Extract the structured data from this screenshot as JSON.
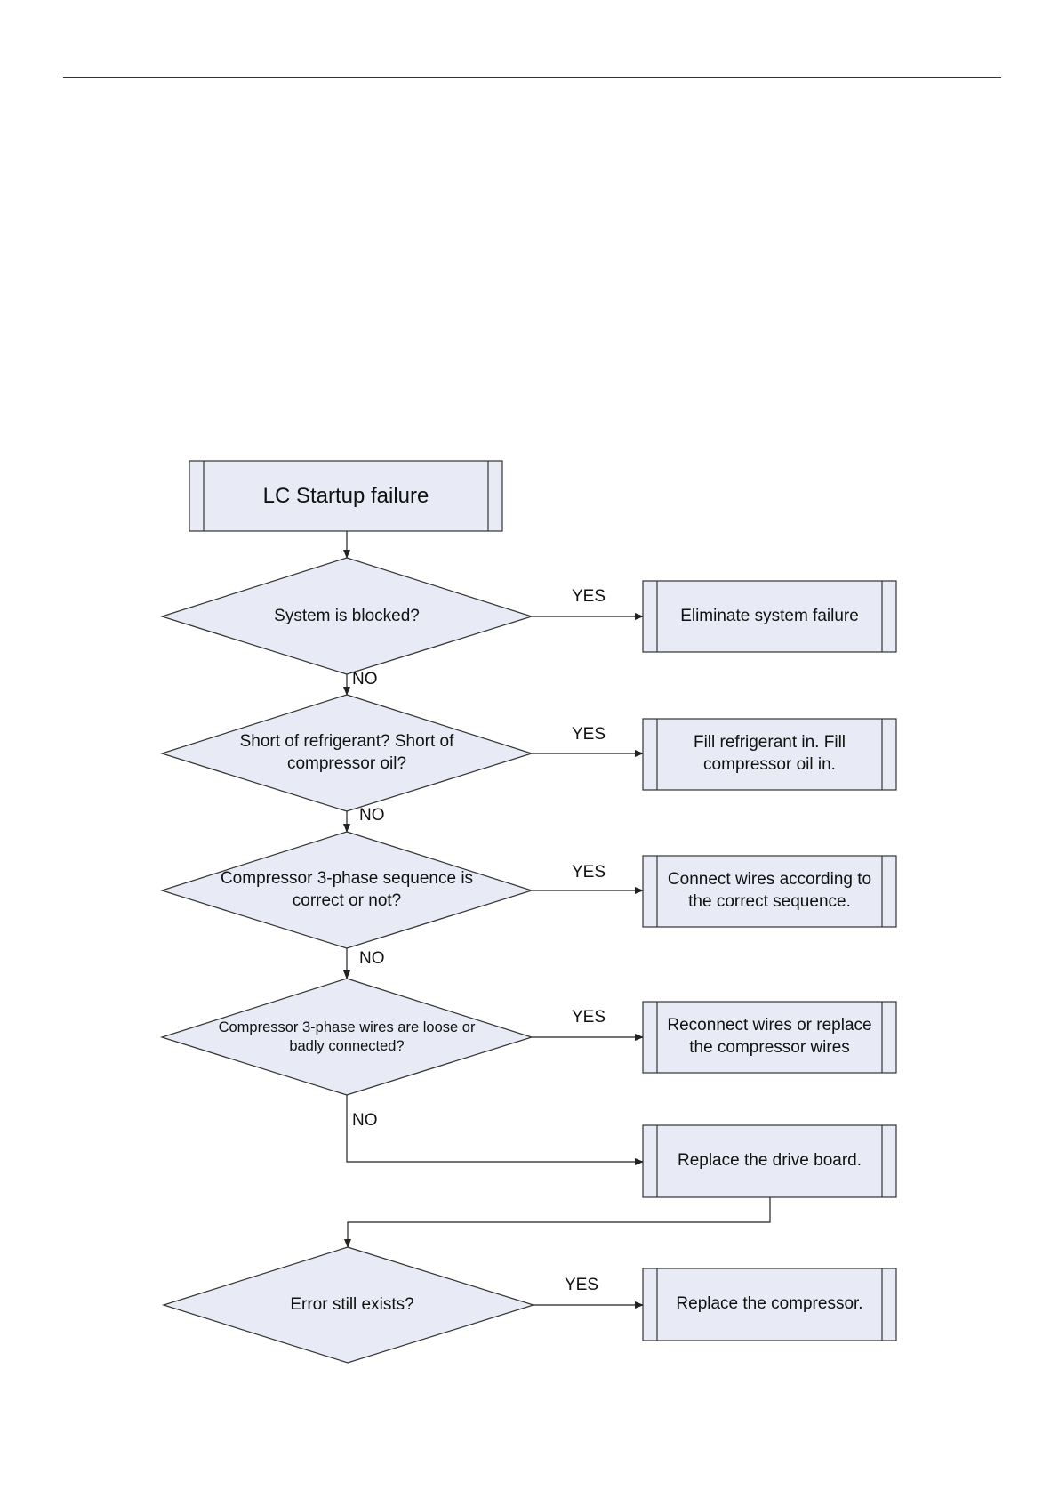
{
  "colors": {
    "fill": "#e8ebf5",
    "stroke": "#333333"
  },
  "start": {
    "label": "LC  Startup failure"
  },
  "decisions": [
    {
      "label": "System is blocked?"
    },
    {
      "label": "Short of refrigerant? Short of compressor oil?"
    },
    {
      "label": "Compressor 3-phase sequence is correct or not?"
    },
    {
      "label": "Compressor 3-phase wires are loose or badly connected?"
    },
    {
      "label": "Error still exists?"
    }
  ],
  "actions": [
    {
      "label": "Eliminate system failure"
    },
    {
      "label": "Fill refrigerant in. Fill compressor oil in."
    },
    {
      "label": "Connect wires according to the correct sequence."
    },
    {
      "label": "Reconnect wires or replace the compressor wires"
    },
    {
      "label": "Replace the drive board."
    },
    {
      "label": "Replace the compressor."
    }
  ],
  "edge_labels": {
    "yes": "YES",
    "no": "NO"
  }
}
